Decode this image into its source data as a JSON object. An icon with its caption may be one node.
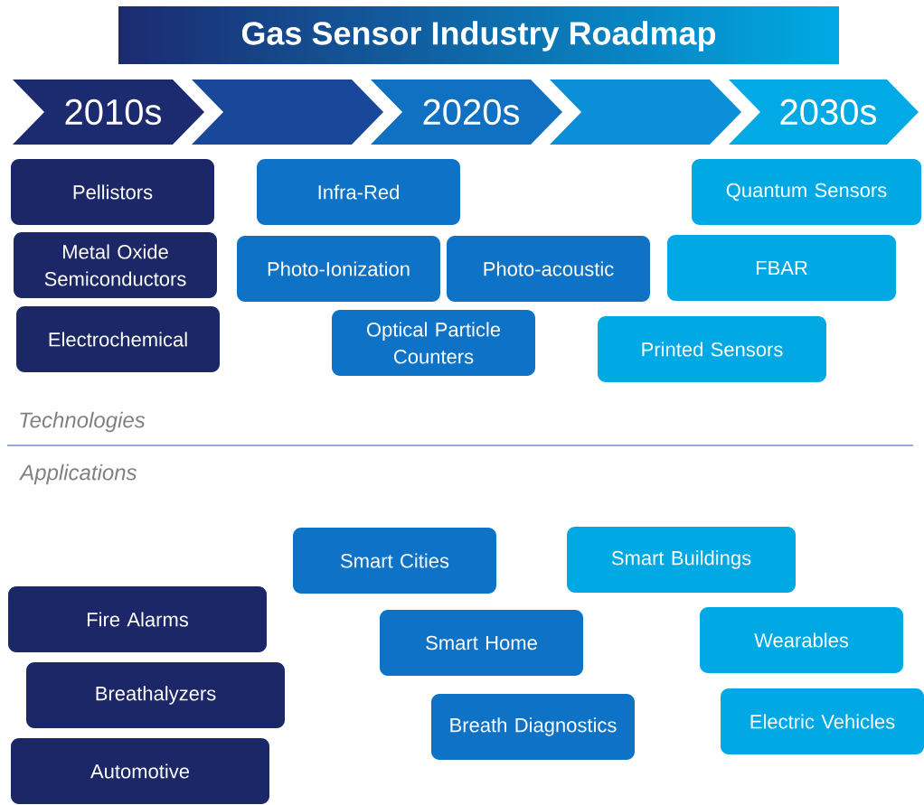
{
  "diagram": {
    "title": "Gas Sensor Industry Roadmap",
    "nodes": [
      {
        "text": [
          "2010s"
        ]
      },
      {
        "text": [],
        "shape": "chevron"
      },
      {
        "text": [
          "2020s"
        ]
      },
      {
        "text": [],
        "shape": "chevron"
      },
      {
        "text": [
          "2030s"
        ]
      },
      {
        "text": [
          "Pellistors"
        ]
      },
      {
        "text": [
          "Infra-Red"
        ]
      },
      {
        "text": [
          "Quantum Sensors"
        ]
      },
      {
        "text": [
          "Metal Oxide Semiconductors"
        ]
      },
      {
        "text": [
          "Photo-Ionization"
        ]
      },
      {
        "text": [
          "Photo-acoustic"
        ]
      },
      {
        "text": [
          "FBAR"
        ]
      },
      {
        "text": [
          "Electrochemical"
        ]
      },
      {
        "text": [
          "Optical Particle Counters"
        ]
      },
      {
        "text": [
          "Printed Sensors"
        ]
      },
      {
        "text": [
          "Smart Cities"
        ]
      },
      {
        "text": [
          "Smart Buildings"
        ]
      },
      {
        "text": [
          "Fire Alarms"
        ]
      },
      {
        "text": [
          "Wearables"
        ]
      },
      {
        "text": [
          "Smart Home"
        ]
      },
      {
        "text": [
          "Breathalyzers"
        ]
      },
      {
        "text": [
          "Electric Vehicles"
        ]
      },
      {
        "text": [
          "Breath Diagnostics"
        ]
      },
      {
        "text": [
          "Automotive"
        ]
      }
    ],
    "labels": [
      "Technologies",
      "Applications"
    ]
  }
}
